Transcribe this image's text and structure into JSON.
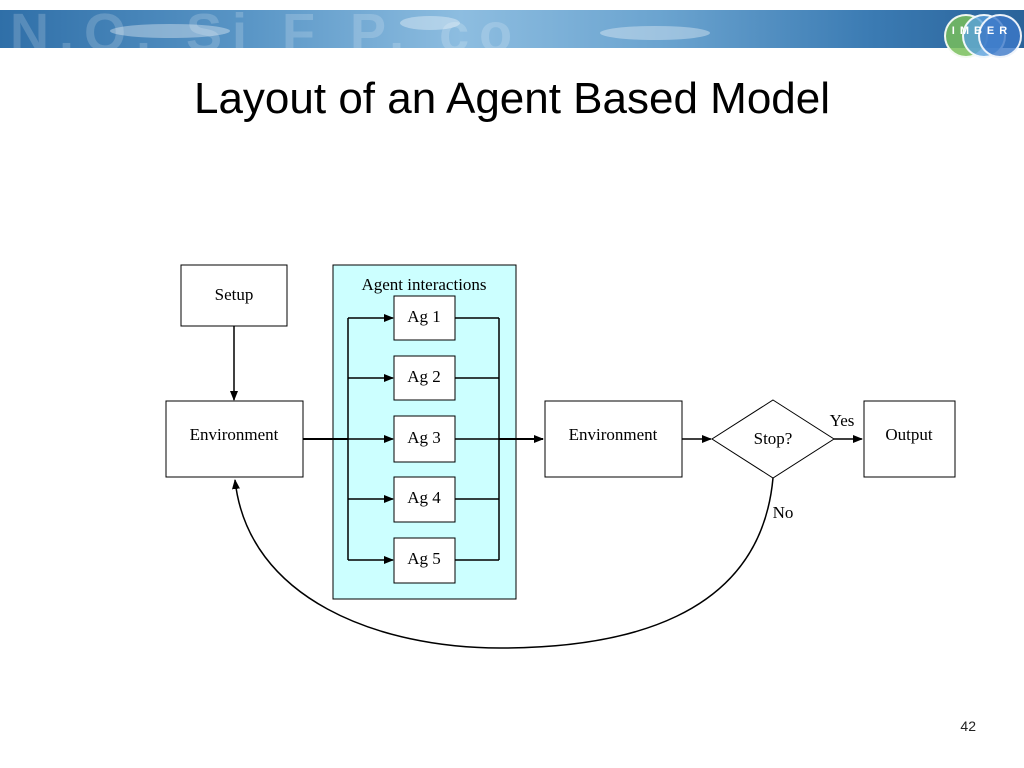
{
  "slide": {
    "title": "Layout of an Agent Based Model",
    "page_number": "42",
    "banner_watermark": "N.O. Si F P. co",
    "logo_text": "IMBER"
  },
  "diagram": {
    "setup": "Setup",
    "environment_in": "Environment",
    "group_label": "Agent interactions",
    "agents": [
      "Ag 1",
      "Ag 2",
      "Ag 3",
      "Ag 4",
      "Ag 5"
    ],
    "environment_out": "Environment",
    "decision": "Stop?",
    "yes_label": "Yes",
    "no_label": "No",
    "output": "Output"
  },
  "colors": {
    "group_fill": "#ccffff",
    "line": "#000000"
  }
}
